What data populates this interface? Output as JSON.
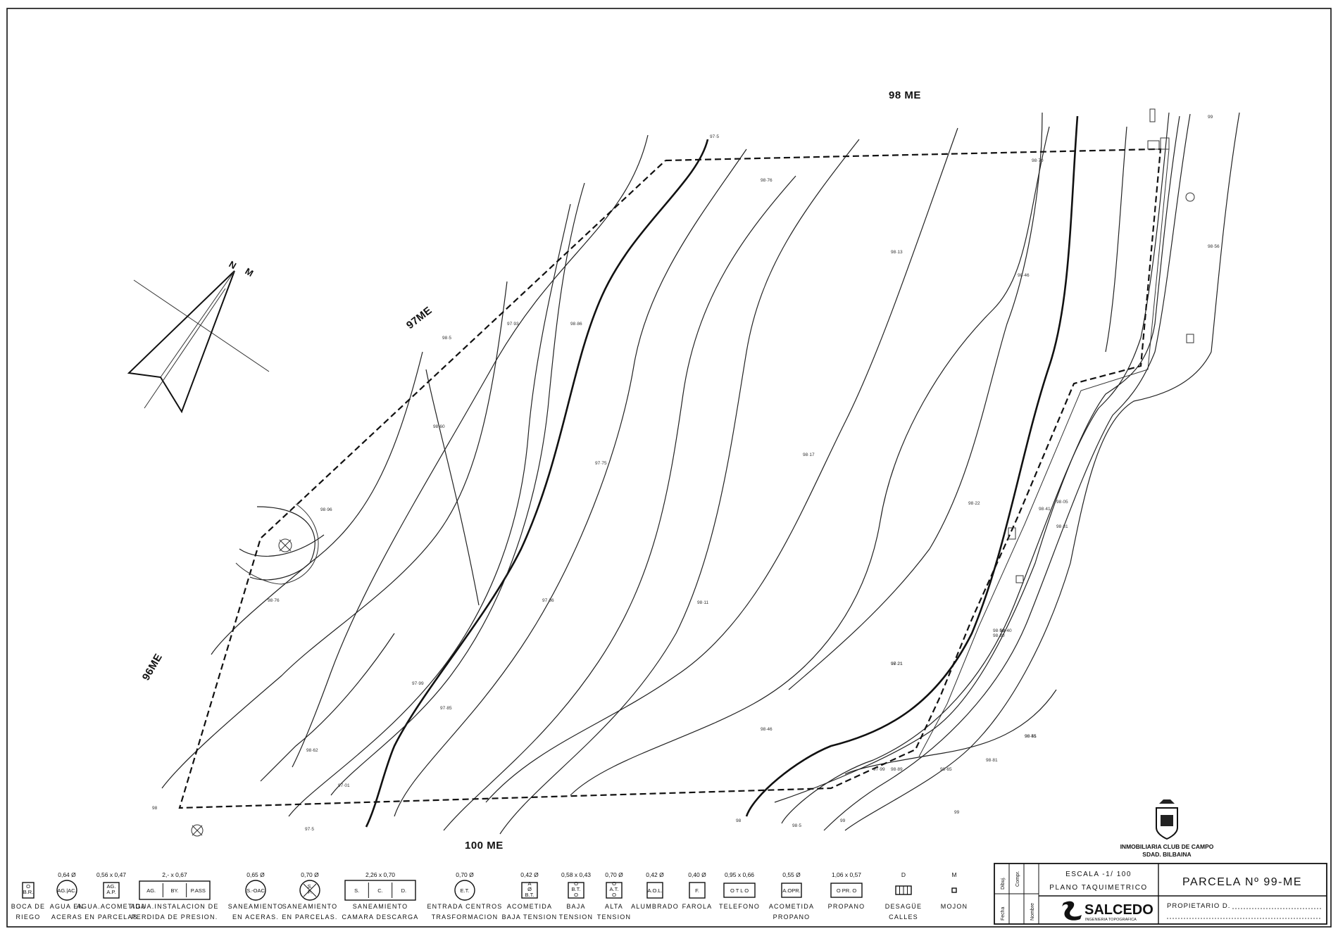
{
  "parcel_labels": {
    "north": "98 ME",
    "west_upper": "97ME",
    "west_lower": "96ME",
    "south": "100 ME"
  },
  "north_arrow": {
    "n": "N",
    "m": "M"
  },
  "spot_elevations": [
    "98·70",
    "98·76",
    "98·86",
    "97·93",
    "97·75",
    "97·36",
    "97·21",
    "97·01",
    "98·96",
    "98·76",
    "98·60",
    "98·13",
    "98·11",
    "98·46",
    "99",
    "98·17",
    "98·22",
    "97·99",
    "97·85",
    "98·46",
    "98·56",
    "98·41",
    "98·21",
    "98·55",
    "98·05",
    "97·99",
    "98·50",
    "98·31",
    "98·40",
    "98·62",
    "97·5",
    "98",
    "98",
    "97·5",
    "98·5",
    "98·5",
    "99",
    "99",
    "98·81",
    "98·65",
    "98·89",
    "98·41",
    "98·30"
  ],
  "legend": [
    {
      "dim": "",
      "symbol": [
        "O",
        "B.R."
      ],
      "caption": [
        "BOCA DE",
        "RIEGO"
      ]
    },
    {
      "dim": "0,64 Ø",
      "symbol": [
        "AG.|AC."
      ],
      "caption": [
        "AGUA EN",
        "ACERAS"
      ]
    },
    {
      "dim": "0,56 x 0,47",
      "symbol": [
        "AG.",
        "A.P."
      ],
      "caption": [
        "AGUA.ACOMETIDA",
        "EN PARCELAS"
      ]
    },
    {
      "dim": "2,- x 0,67",
      "symbol": [
        "AG.",
        "BY.",
        "P.ASS"
      ],
      "caption": [
        "AGUA.INSTALACION DE",
        "PERDIDA DE PRESION."
      ]
    },
    {
      "dim": "0,65 Ø",
      "symbol": [
        "S.-OAC"
      ],
      "caption": [
        "SANEAMIENTO",
        "EN ACERAS."
      ]
    },
    {
      "dim": "0,70 Ø",
      "symbol": [
        "S.",
        "P."
      ],
      "caption": [
        "SANEAMIENTO",
        "EN PARCELAS."
      ]
    },
    {
      "dim": "2,26 x 0,70",
      "symbol": [
        "S.",
        "C.",
        "D."
      ],
      "caption": [
        "SANEAMIENTO",
        "CAMARA  DESCARGA"
      ]
    },
    {
      "dim": "0,70 Ø",
      "symbol": [
        "E.T."
      ],
      "caption": [
        "ENTRADA CENTROS",
        "TRASFORMACION"
      ]
    },
    {
      "dim": "0,42 Ø",
      "symbol": [
        "A",
        "Ø",
        "B.T."
      ],
      "caption": [
        "ACOMETIDA",
        "BAJA TENSION"
      ]
    },
    {
      "dim": "0,58 x 0,43",
      "symbol": [
        "O",
        "B.T.",
        "O"
      ],
      "caption": [
        "BAJA",
        "TENSION"
      ]
    },
    {
      "dim": "0,70 Ø",
      "symbol": [
        "O",
        "A.T.",
        "O"
      ],
      "caption": [
        "ALTA",
        "TENSION"
      ]
    },
    {
      "dim": "0,42 Ø",
      "symbol": [
        "A.O.L."
      ],
      "caption": [
        "ALUMBRADO",
        ""
      ]
    },
    {
      "dim": "0,40 Ø",
      "symbol": [
        "F."
      ],
      "caption": [
        "FAROLA",
        ""
      ]
    },
    {
      "dim": "0,95 x 0,66",
      "symbol": [
        "O T L O"
      ],
      "caption": [
        "TELEFONO",
        ""
      ]
    },
    {
      "dim": "0,55 Ø",
      "symbol": [
        "A.OPR."
      ],
      "caption": [
        "ACOMETIDA",
        "PROPANO"
      ]
    },
    {
      "dim": "1,06 x 0,57",
      "symbol": [
        "O PR. O"
      ],
      "caption": [
        "PROPANO",
        ""
      ]
    },
    {
      "dim": "D",
      "symbol": [
        ""
      ],
      "caption": [
        "DESAGÜE",
        "CALLES"
      ]
    },
    {
      "dim": "M",
      "symbol": [
        ""
      ],
      "caption": [
        "MOJON",
        ""
      ]
    }
  ],
  "owner_block": {
    "line1": "INMOBILIARIA CLUB DE CAMPO",
    "line2": "SDAD. BILBAINA"
  },
  "title_block": {
    "col_dibujado": "Dibuj.",
    "col_comprobado": "Compr.",
    "col_fecha": "Fecha",
    "col_nombre": "Nombre",
    "scale": "ESCALA -1/ 100",
    "plan_type": "PLANO  TAQUIMETRICO",
    "parcel_title": "PARCELA  Nº 99-ME",
    "owner_label": "PROPIETARIO D.",
    "company": "SALCEDO",
    "company_sub": "INGENIERIA TOPOGRAFICA"
  }
}
